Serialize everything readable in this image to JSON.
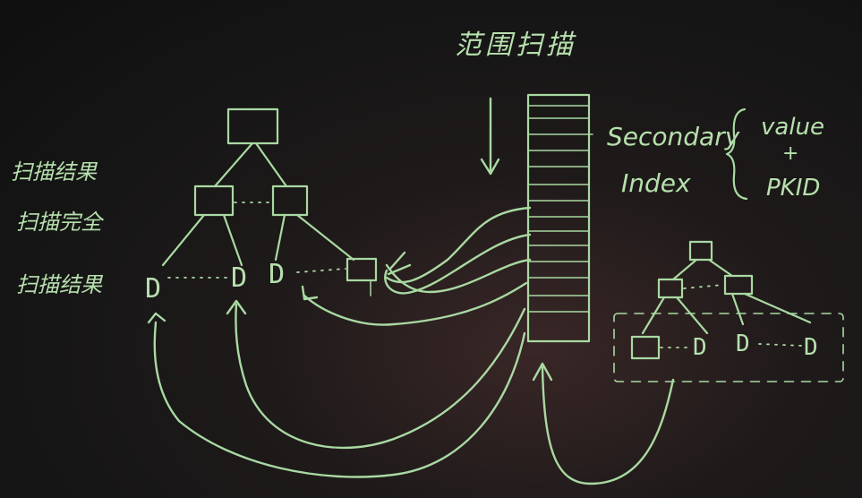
{
  "title": "范围扫描",
  "left_notes": [
    "扫描结果",
    "扫描完全",
    "扫描结果"
  ],
  "index_label_line1": "Secondary",
  "index_label_line2": "Index",
  "entry_line1": "value",
  "entry_line2": "+",
  "entry_line3": "PKID",
  "leaf_glyph": "D"
}
